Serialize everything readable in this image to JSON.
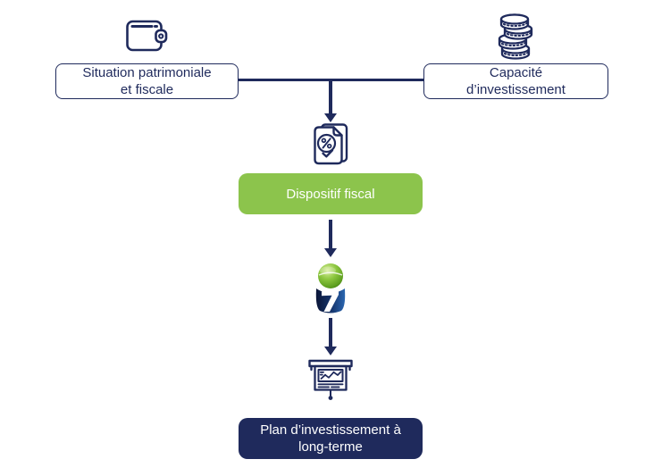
{
  "palette": {
    "navy": "#1f2a5c",
    "green": "#8cc44c",
    "white": "#ffffff",
    "bg": "#ffffff"
  },
  "nodes": {
    "situation": {
      "icon": "wallet",
      "lines": [
        "Situation patrimoniale",
        "et fiscale"
      ]
    },
    "capacite": {
      "icon": "coins",
      "lines": [
        "Capacité",
        "d’investissement"
      ]
    },
    "document_fiscal": {
      "icon": "percent-document"
    },
    "dispositif": {
      "label": "Dispositif fiscal"
    },
    "logo": {
      "icon": "brand-logo"
    },
    "presentation": {
      "icon": "presentation-chart"
    },
    "plan": {
      "lines": [
        "Plan d’investissement à",
        "long-terme"
      ]
    }
  }
}
